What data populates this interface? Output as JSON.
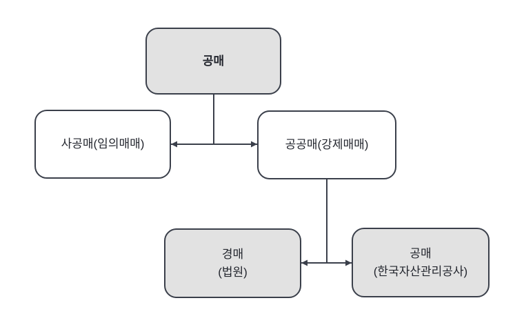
{
  "diagram": {
    "type": "flowchart",
    "nodes": [
      {
        "id": "root",
        "label": "공매",
        "variant": "shaded",
        "bold": true
      },
      {
        "id": "private-sale",
        "label": "사공매(임의매매)",
        "variant": "plain",
        "bold": false
      },
      {
        "id": "public-sale",
        "label": "공공매(강제매매)",
        "variant": "plain",
        "bold": false
      },
      {
        "id": "court-auction",
        "label": "경매\n(법원)",
        "variant": "shaded",
        "bold": false
      },
      {
        "id": "kamco-gongmae",
        "label": "공매\n(한국자산관리공사)",
        "variant": "shaded",
        "bold": false
      }
    ],
    "edges": [
      {
        "from": "root",
        "to": "private-sale",
        "style": "tee-then-double-arrow"
      },
      {
        "from": "root",
        "to": "public-sale",
        "style": "tee-then-double-arrow"
      },
      {
        "from": "public-sale",
        "to": "court-auction",
        "style": "tee-then-double-arrow"
      },
      {
        "from": "public-sale",
        "to": "kamco-gongmae",
        "style": "tee-then-double-arrow"
      }
    ]
  },
  "theme": {
    "background": "#ffffff",
    "line_color": "#3a3f4a",
    "text_color": "#23262e",
    "node_fill_shaded": "#e2e2e2",
    "node_fill_plain": "#ffffff"
  }
}
